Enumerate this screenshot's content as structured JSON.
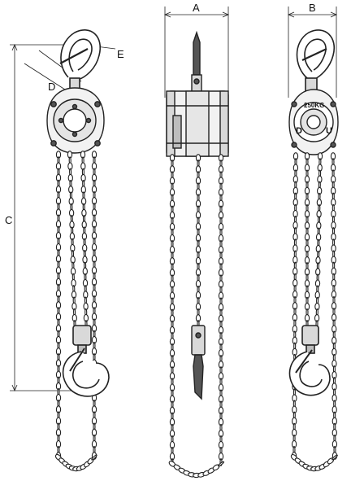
{
  "dimensions": {
    "a": "A",
    "b": "B",
    "c": "C",
    "d": "D",
    "e": "E"
  },
  "right_view": {
    "capacity_mark": "250KG",
    "down_mark": "D",
    "up_mark": "U"
  },
  "colors": {
    "line": "#222222",
    "light_fill": "#f4f4f4",
    "mid_fill": "#d9d9d9",
    "dark_fill": "#555555"
  }
}
